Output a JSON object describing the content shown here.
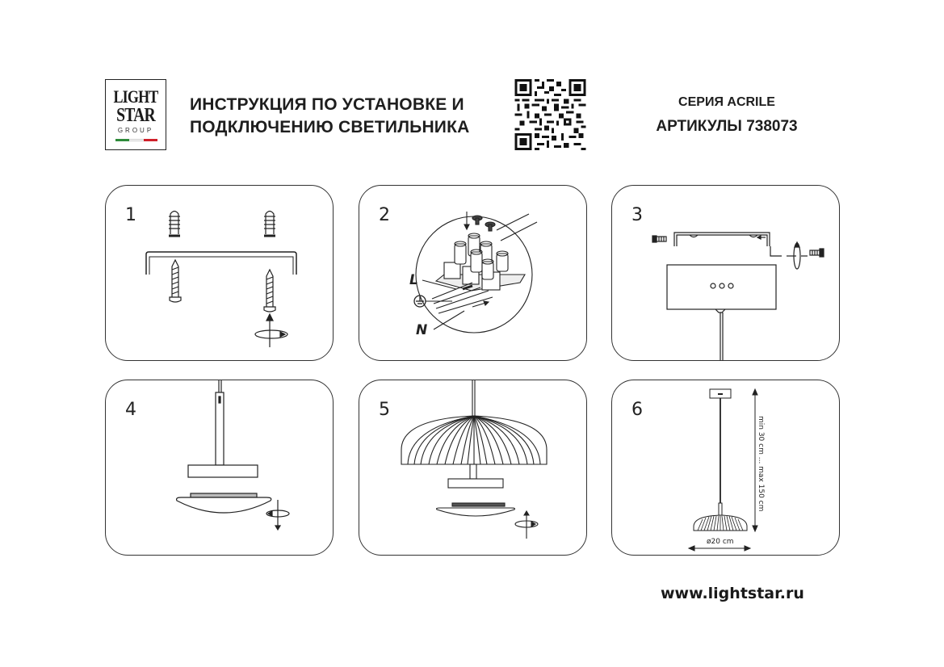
{
  "header": {
    "logo": {
      "line1": "LIGHT",
      "line2": "STAR",
      "line3": "GROUP",
      "flag_colors": [
        "#2e8b3a",
        "#ffffff",
        "#d0202a"
      ]
    },
    "title_line1": "ИНСТРУКЦИЯ ПО УСТАНОВКЕ И",
    "title_line2": "ПОДКЛЮЧЕНИЮ СВЕТИЛЬНИКА",
    "qr_icon": "qr-code",
    "series": "СЕРИЯ ACRILE",
    "articles": "АРТИКУЛЫ 738073"
  },
  "steps": [
    {
      "number": "1",
      "description": "Wall plugs, mounting bracket and screws; screw in with rotation"
    },
    {
      "number": "2",
      "description": "Terminal block wiring connection",
      "labels": {
        "live": "L",
        "neutral": "N",
        "ground_icon": "ground-symbol"
      }
    },
    {
      "number": "3",
      "description": "Attach bracket to canopy with side screws"
    },
    {
      "number": "4",
      "description": "Unscrew diffuser from lamp body"
    },
    {
      "number": "5",
      "description": "Fit shade and screw diffuser back on"
    },
    {
      "number": "6",
      "description": "Dimensions",
      "height_label": "min 30 cm ... max 150 cm",
      "diameter_label": "ø20 cm"
    }
  ],
  "footer": {
    "website": "www.lightstar.ru"
  }
}
